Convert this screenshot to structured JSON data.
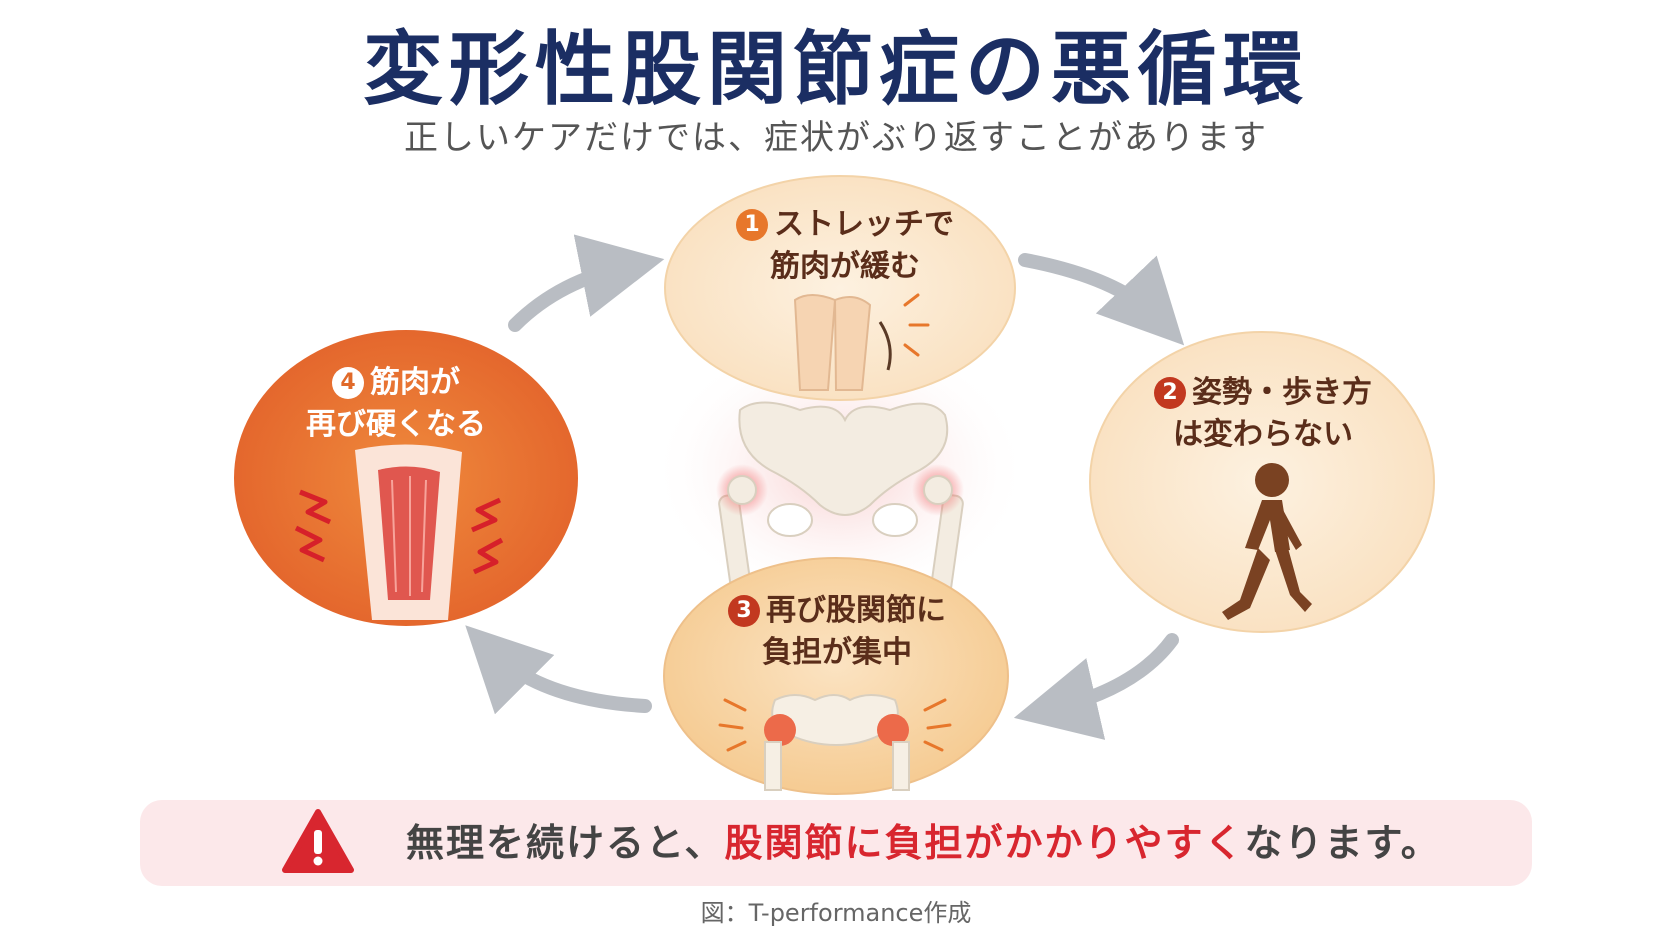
{
  "title": "変形性股関節症の悪循環",
  "subtitle": "正しいケアだけでは、症状がぶり返すことがあります",
  "steps": [
    {
      "number": "1",
      "line1": "ストレッチで",
      "line2": "筋肉が緩む"
    },
    {
      "number": "2",
      "line1": "姿勢・歩き方",
      "line2": "は変わらない"
    },
    {
      "number": "3",
      "line1": "再び股関節に",
      "line2": "負担が集中"
    },
    {
      "number": "4",
      "line1": "筋肉が",
      "line2": "再び硬くなる"
    }
  ],
  "warning": {
    "icon": "warning-triangle-icon",
    "text_before": "無理を続けると、",
    "text_highlight": "股関節に負担がかかりやすく",
    "text_after": "なります。"
  },
  "credit": "図：T-performance作成",
  "colors": {
    "title": "#1b2e63",
    "step1_fill": "#fcebd3",
    "step2_fill": "#fcebd3",
    "step3_fill": "#f9d9ae",
    "step4_fill": "#e96f2d",
    "arrow": "#b9bdc3",
    "warning_bg": "#fce8ea",
    "highlight": "#d8262f"
  }
}
